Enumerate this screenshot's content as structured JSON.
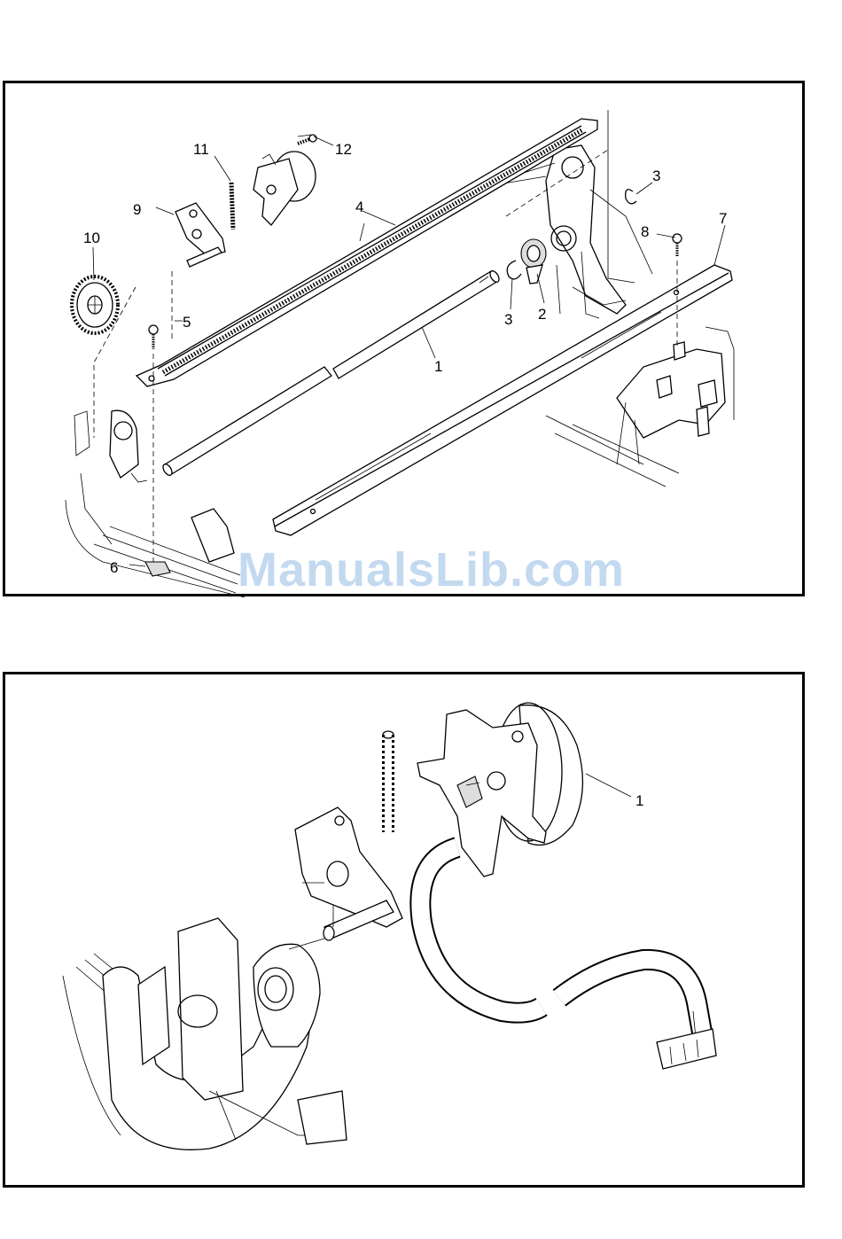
{
  "top_figure": {
    "callouts": {
      "c1": "1",
      "c2": "2",
      "c3a": "3",
      "c3b": "3",
      "c4": "4",
      "c5": "5",
      "c6": "6",
      "c7": "7",
      "c8": "8",
      "c9": "9",
      "c10": "10",
      "c11": "11",
      "c12": "12"
    }
  },
  "bottom_figure": {
    "callouts": {
      "c1": "1"
    }
  },
  "watermark": "ManualsLib.com"
}
